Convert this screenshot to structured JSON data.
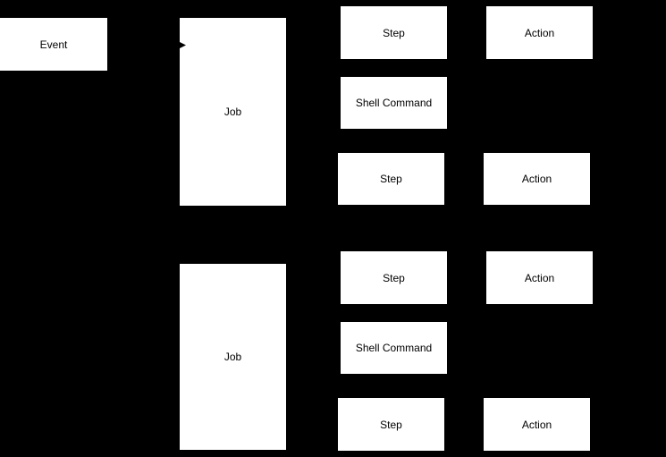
{
  "diagram": {
    "background_color": "#000000",
    "node_fill_color": "#ffffff",
    "node_text_color": "#000000",
    "connector_color": "#000000",
    "nodes": [
      {
        "id": "event",
        "label": "Event"
      },
      {
        "id": "job-1",
        "label": "Job"
      },
      {
        "id": "step-1",
        "label": "Step"
      },
      {
        "id": "action-1",
        "label": "Action"
      },
      {
        "id": "shell-command-1",
        "label": "Shell Command"
      },
      {
        "id": "step-2",
        "label": "Step"
      },
      {
        "id": "action-2",
        "label": "Action"
      },
      {
        "id": "job-2",
        "label": "Job"
      },
      {
        "id": "step-3",
        "label": "Step"
      },
      {
        "id": "action-3",
        "label": "Action"
      },
      {
        "id": "shell-command-2",
        "label": "Shell Command"
      },
      {
        "id": "step-4",
        "label": "Step"
      },
      {
        "id": "action-4",
        "label": "Action"
      }
    ],
    "edges": [
      {
        "from": "event",
        "to": "job-1",
        "note": "only right-pointing arrowhead visible at left edge of first Job box"
      }
    ]
  }
}
